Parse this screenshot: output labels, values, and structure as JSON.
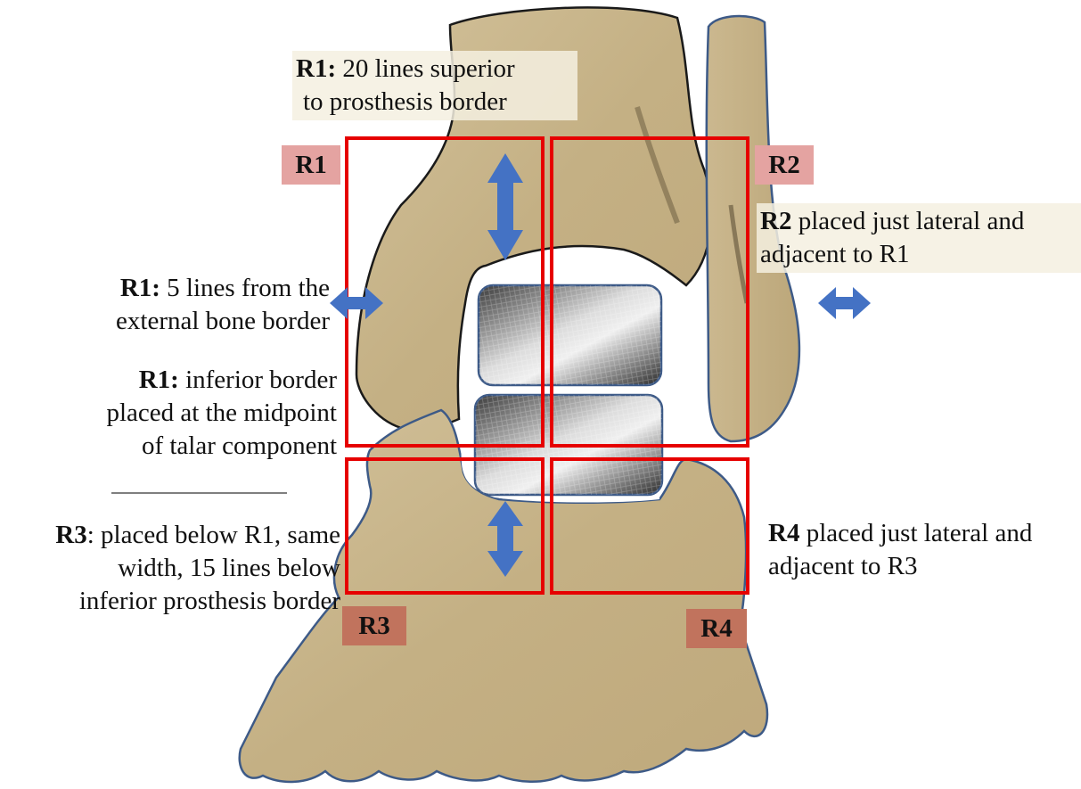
{
  "colors": {
    "bone": "#c8b48a",
    "bone_outline": "#3d5a87",
    "region_box": "#e60000",
    "arrow": "#4472c4",
    "tag_light": "#e4a3a1",
    "tag_dark": "#c1735d",
    "prosthesis_dark": "#2c2c2c",
    "prosthesis_light": "#d8d8d8"
  },
  "tags": {
    "r1": "R1",
    "r2": "R2",
    "r3": "R3",
    "r4": "R4"
  },
  "annotations": {
    "r1_superior": {
      "bold": "R1:",
      "text": " 20 lines superior",
      "line2": "to prosthesis border"
    },
    "r1_external": {
      "bold": "R1:",
      "text": " 5 lines from the",
      "line2": "external bone border"
    },
    "r1_inferior": {
      "bold": "R1:",
      "text": " inferior border",
      "line2": "placed at the midpoint",
      "line3": "of talar component"
    },
    "r3": {
      "bold": "R3",
      "text": ": placed below R1, same",
      "line2": "width, 15 lines below",
      "line3": "inferior prosthesis border"
    },
    "r2": {
      "bold": "R2",
      "text": " placed just lateral and",
      "line2": "adjacent to R1"
    },
    "r4": {
      "bold": "R4",
      "text": " placed just lateral and",
      "line2": "adjacent to R3"
    }
  },
  "icons": {
    "vertical_arrow": "double-headed-vertical-arrow",
    "horizontal_arrow": "double-headed-horizontal-arrow"
  }
}
